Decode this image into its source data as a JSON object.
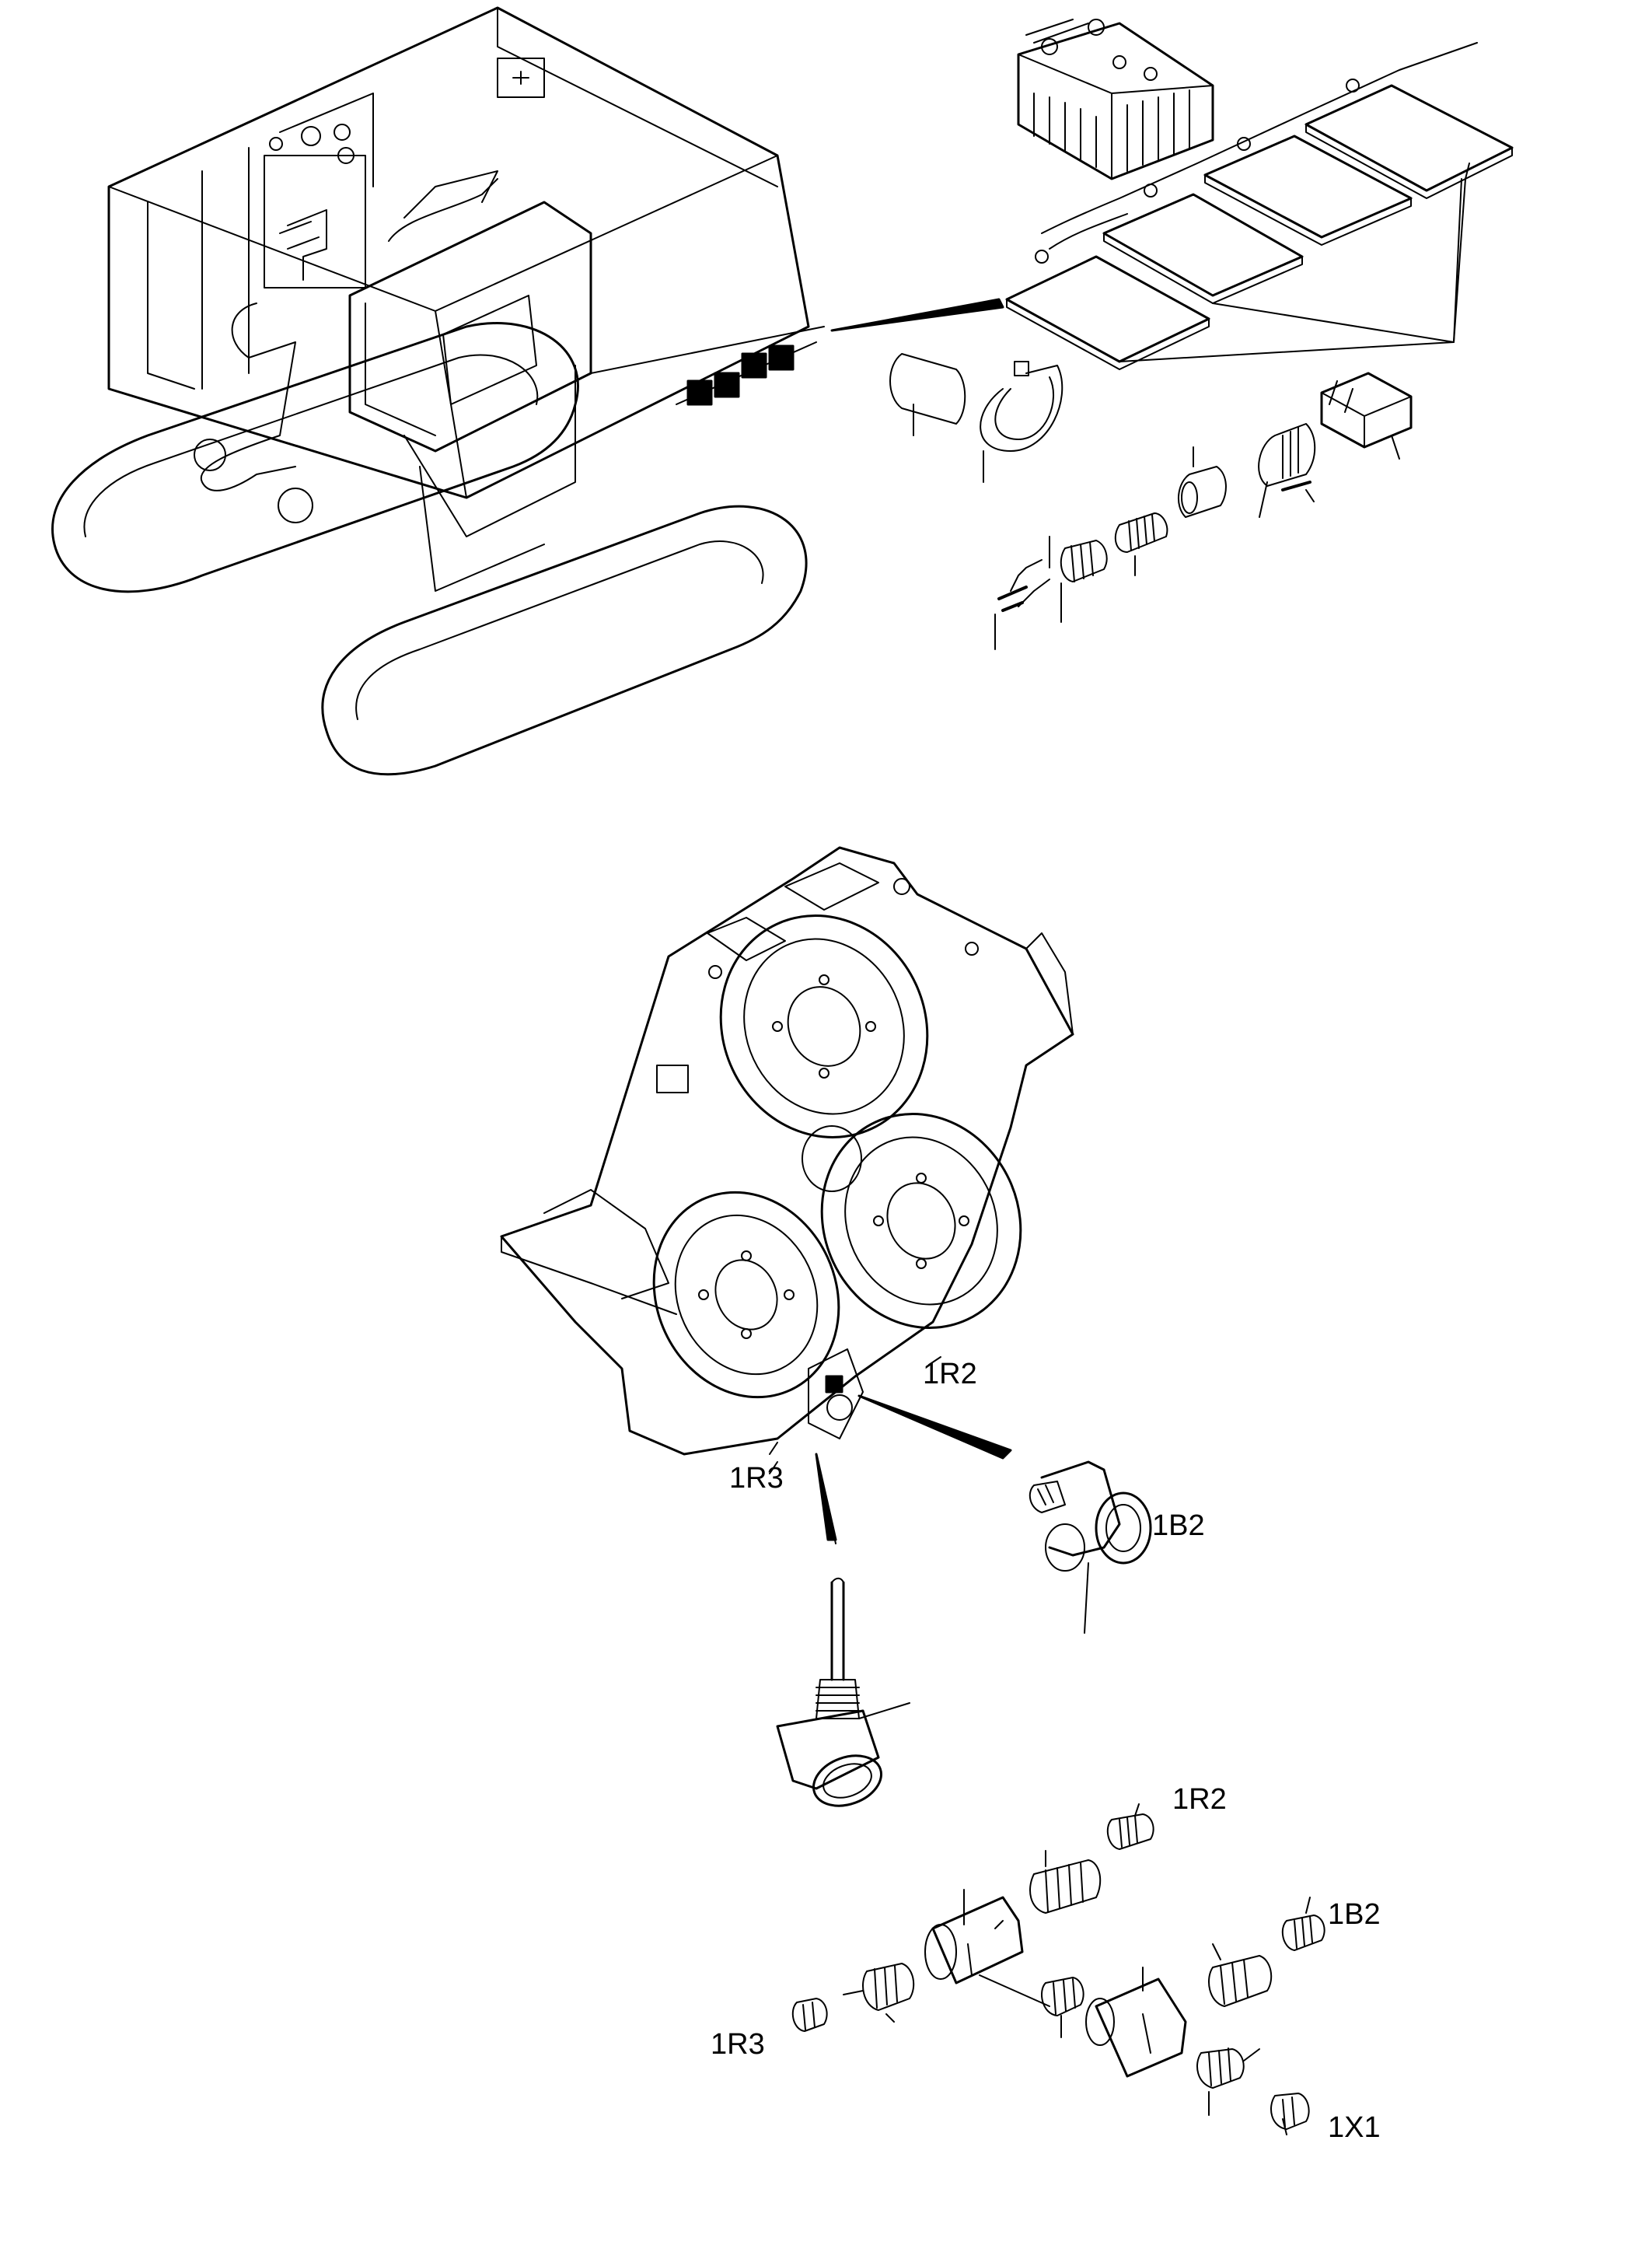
{
  "labels": {
    "gearbox_1r2": "1R2",
    "gearbox_1r3": "1R3",
    "sensor_1b2": "1B2",
    "harness_1r2": "1R2",
    "harness_1b2": "1B2",
    "harness_1r3": "1R3",
    "harness_1x1": "1X1"
  },
  "colors": {
    "line": "#000000",
    "background": "#ffffff"
  }
}
